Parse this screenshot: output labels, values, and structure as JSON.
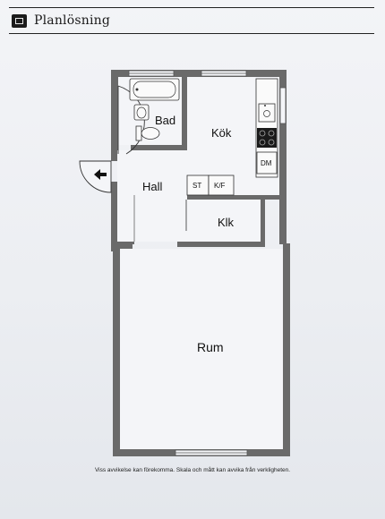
{
  "header": {
    "title": "Planlösning",
    "logo_icon": "floorplan-logo-icon"
  },
  "rooms": {
    "bad": "Bad",
    "kok": "Kök",
    "hall": "Hall",
    "klk": "Klk",
    "rum": "Rum"
  },
  "fixtures": {
    "st": "ST",
    "kf": "K/F",
    "dm": "DM"
  },
  "footer": {
    "disclaimer": "Viss avvikelse kan förekomma. Skala och mått kan avvika från verkligheten."
  },
  "colors": {
    "wall": "#6a6a6a",
    "floor": "#f4f5f8",
    "ink": "#111111"
  }
}
